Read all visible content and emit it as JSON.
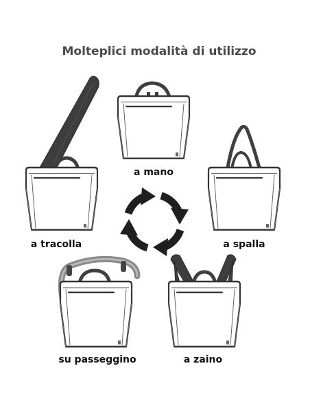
{
  "title": "Molteplici modalità di utilizzo",
  "modes": {
    "mano": "a mano",
    "tracolla": "a tracolla",
    "spalla": "a spalla",
    "passeggino": "su passeggino",
    "zaino": "a zaino"
  },
  "icons": {
    "cycle": "cycle-arrows-icon"
  },
  "colors": {
    "bag_outline": "#333333",
    "strap": "#3d3d3d",
    "stroller_bar": "#8a8a8a",
    "arrows": "#1f1f1f",
    "title": "#4a4a4a"
  }
}
